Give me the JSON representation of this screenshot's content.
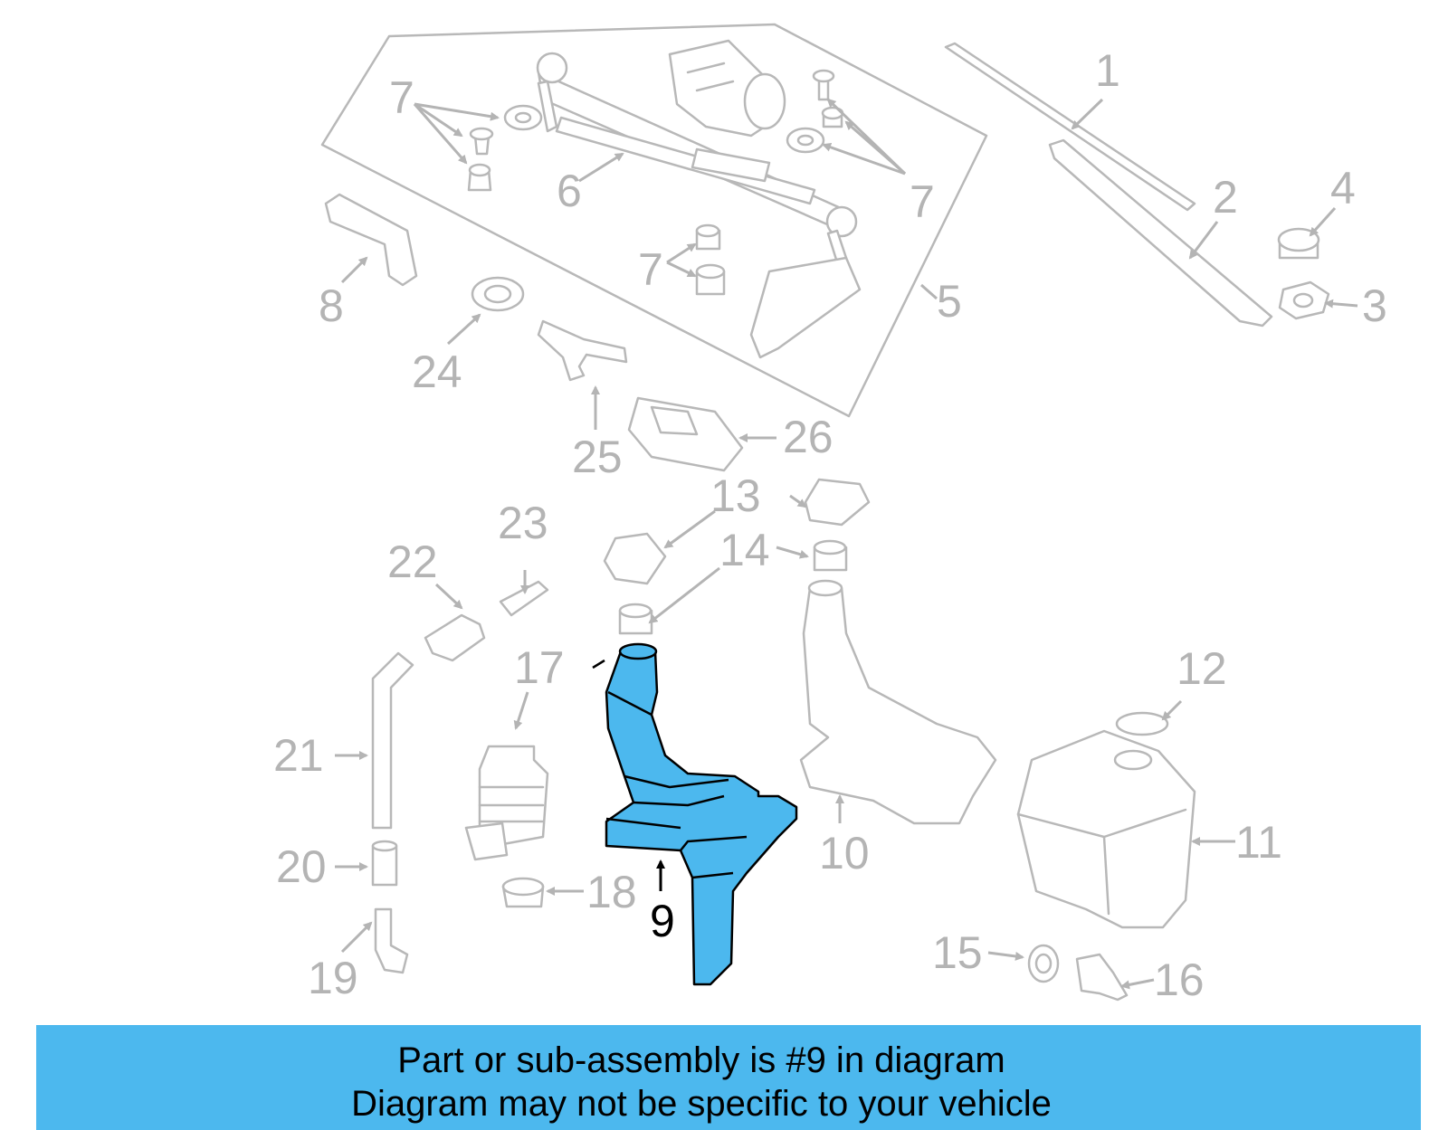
{
  "colors": {
    "banner": "#4cb8ee",
    "highlight_part": "#4cb8ee",
    "dim_part": "#b8b8b8",
    "highlight_text": "#000000"
  },
  "callouts": [
    "1",
    "2",
    "3",
    "4",
    "5",
    "6",
    "7",
    "7",
    "7",
    "7",
    "8",
    "9",
    "10",
    "11",
    "12",
    "13",
    "14",
    "14",
    "15",
    "16",
    "17",
    "18",
    "19",
    "20",
    "21",
    "22",
    "23",
    "24",
    "25",
    "26"
  ],
  "highlighted_callout": "9",
  "banner": {
    "line1": "Part or sub-assembly is #9 in diagram",
    "line2": "Diagram may not be specific to your vehicle"
  }
}
